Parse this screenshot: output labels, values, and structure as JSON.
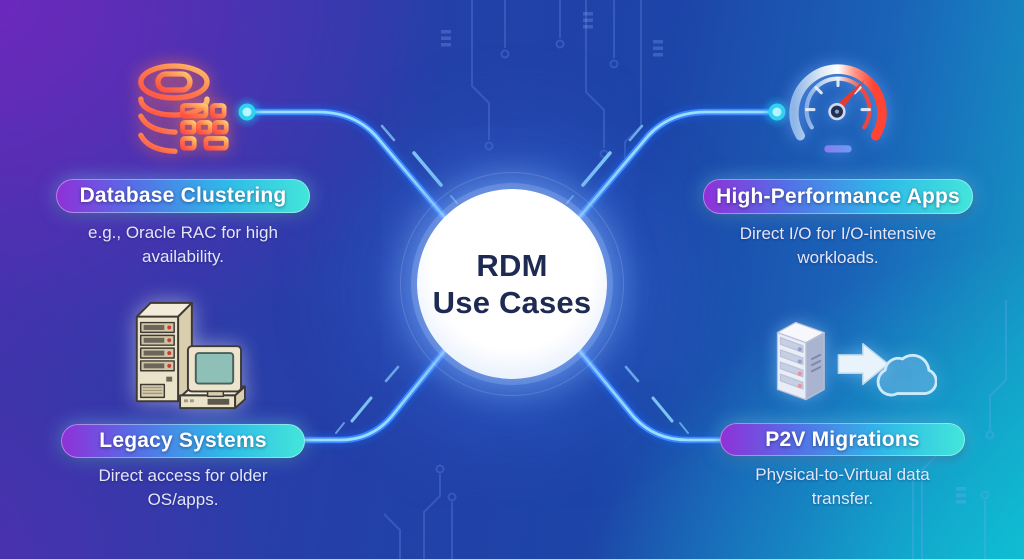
{
  "center": {
    "line1": "RDM",
    "line2": "Use Cases"
  },
  "nodes": [
    {
      "id": "database-clustering",
      "label": "Database Clustering",
      "description": "e.g., Oracle RAC for high availability.",
      "icon": "database-icon",
      "position": "top-left"
    },
    {
      "id": "high-performance-apps",
      "label": "High-Performance Apps",
      "description": "Direct I/O for I/O-intensive workloads.",
      "icon": "speedometer-icon",
      "position": "top-right"
    },
    {
      "id": "legacy-systems",
      "label": "Legacy Systems",
      "description": "Direct access for older OS/apps.",
      "icon": "legacy-computer-icon",
      "position": "bottom-left"
    },
    {
      "id": "p2v-migrations",
      "label": "P2V Migrations",
      "description": "Physical-to-Virtual data transfer.",
      "icon": "server-to-cloud-icon",
      "position": "bottom-right"
    }
  ],
  "colors": {
    "background_purple": "#6a28b4",
    "background_blue": "#1d44a8",
    "background_teal": "#12bcd0",
    "pill_gradient_start": "#9030d8",
    "pill_gradient_end": "#43e6da",
    "connector_blue": "#3d87ff",
    "connector_core": "#9be0ff",
    "node_dot": "#2ed3f2",
    "center_text": "#1e2a52",
    "description_text": "#e3e6f9",
    "database_icon_gradient": [
      "#ffc46a",
      "#ff4e42"
    ],
    "gauge_gradient": [
      "#8fb6e8",
      "#ffffff",
      "#ff4433"
    ]
  }
}
